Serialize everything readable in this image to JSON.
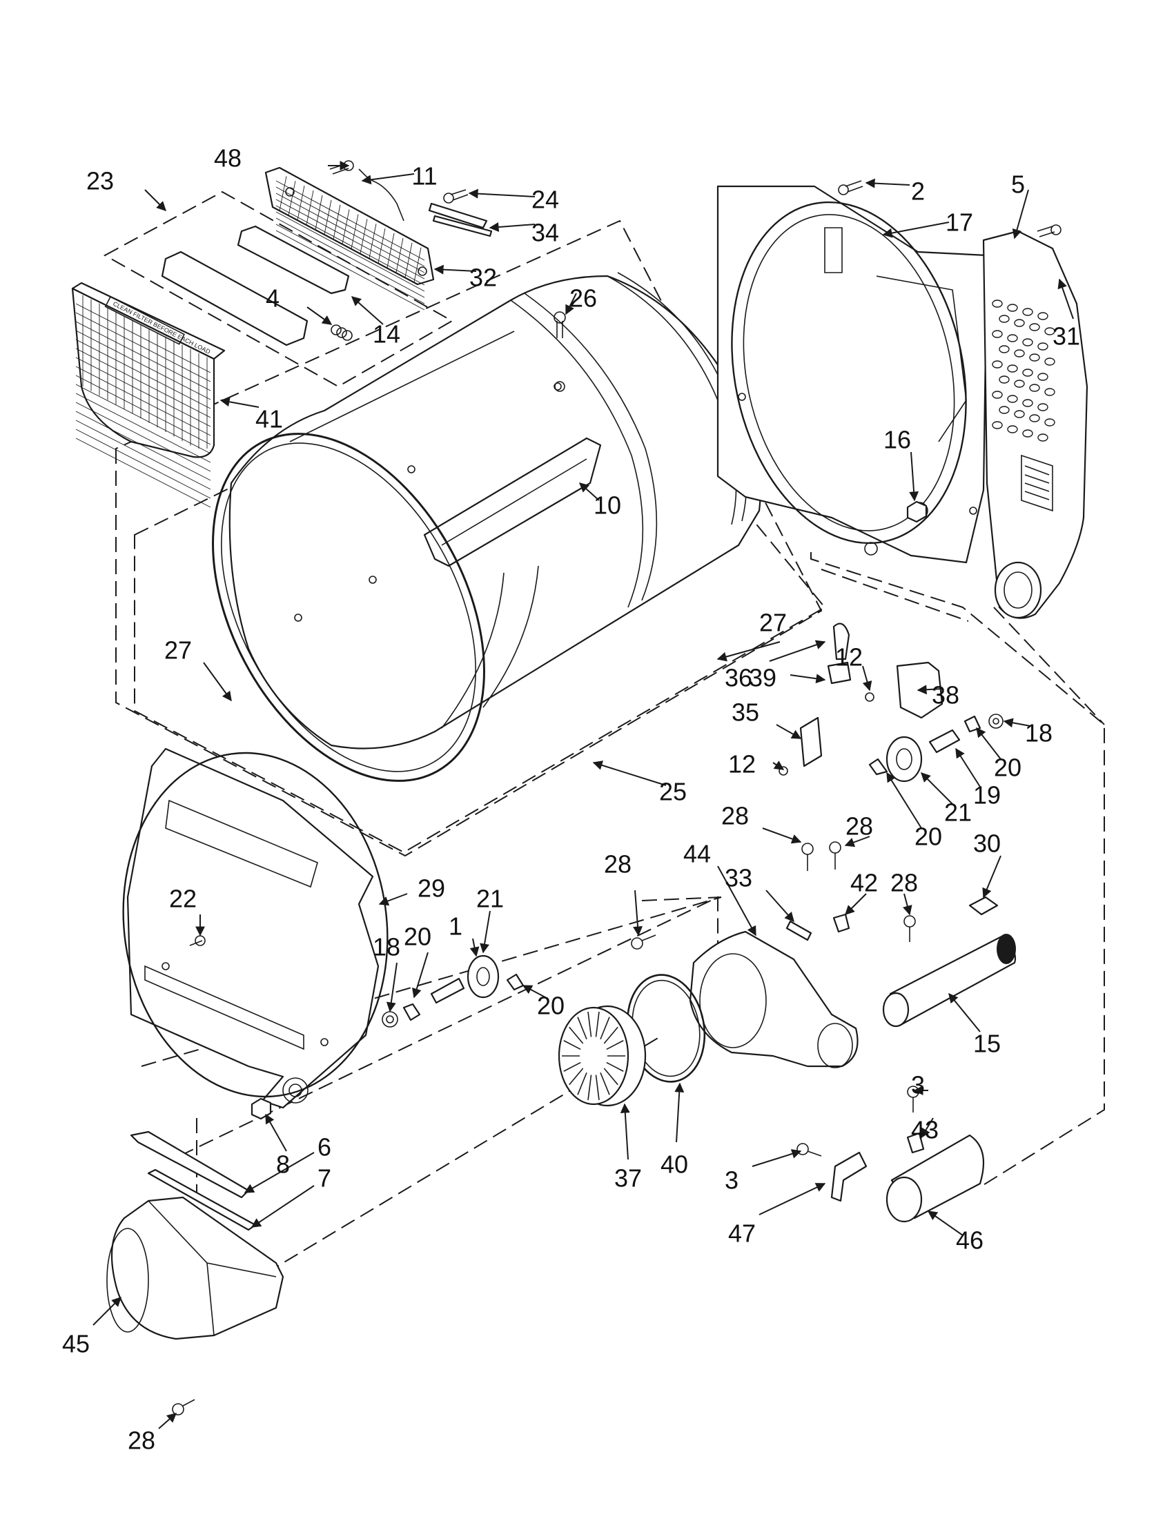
{
  "diagram": {
    "callouts": [
      {
        "id": "c48a",
        "text": "48"
      },
      {
        "id": "c11",
        "text": "11"
      },
      {
        "id": "c24",
        "text": "24"
      },
      {
        "id": "c34",
        "text": "34"
      },
      {
        "id": "c32",
        "text": "32"
      },
      {
        "id": "c23",
        "text": "23"
      },
      {
        "id": "c4",
        "text": "4"
      },
      {
        "id": "c14",
        "text": "14"
      },
      {
        "id": "c41",
        "text": "41"
      },
      {
        "id": "c26",
        "text": "26"
      },
      {
        "id": "c10",
        "text": "10"
      },
      {
        "id": "c2",
        "text": "2"
      },
      {
        "id": "c17",
        "text": "17"
      },
      {
        "id": "c5",
        "text": "5"
      },
      {
        "id": "c31",
        "text": "31"
      },
      {
        "id": "c16",
        "text": "16"
      },
      {
        "id": "c27a",
        "text": "27"
      },
      {
        "id": "c27b",
        "text": "27"
      },
      {
        "id": "c36",
        "text": "36"
      },
      {
        "id": "c39",
        "text": "39"
      },
      {
        "id": "c12a",
        "text": "12"
      },
      {
        "id": "c38",
        "text": "38"
      },
      {
        "id": "c35",
        "text": "35"
      },
      {
        "id": "c18a",
        "text": "18"
      },
      {
        "id": "c20a",
        "text": "20"
      },
      {
        "id": "c12b",
        "text": "12"
      },
      {
        "id": "c19",
        "text": "19"
      },
      {
        "id": "c21a",
        "text": "21"
      },
      {
        "id": "c20b",
        "text": "20"
      },
      {
        "id": "c25",
        "text": "25"
      },
      {
        "id": "c28a",
        "text": "28"
      },
      {
        "id": "c28b",
        "text": "28"
      },
      {
        "id": "c30",
        "text": "30"
      },
      {
        "id": "c44",
        "text": "44"
      },
      {
        "id": "c28c",
        "text": "28"
      },
      {
        "id": "c33",
        "text": "33"
      },
      {
        "id": "c42",
        "text": "42"
      },
      {
        "id": "c28d",
        "text": "28"
      },
      {
        "id": "c22",
        "text": "22"
      },
      {
        "id": "c29",
        "text": "29"
      },
      {
        "id": "c21b",
        "text": "21"
      },
      {
        "id": "c18b",
        "text": "18"
      },
      {
        "id": "c20c",
        "text": "20"
      },
      {
        "id": "c1",
        "text": "1"
      },
      {
        "id": "c20d",
        "text": "20"
      },
      {
        "id": "c15",
        "text": "15"
      },
      {
        "id": "c3a",
        "text": "3"
      },
      {
        "id": "c43",
        "text": "43"
      },
      {
        "id": "c8",
        "text": "8"
      },
      {
        "id": "c6",
        "text": "6"
      },
      {
        "id": "c7",
        "text": "7"
      },
      {
        "id": "c37",
        "text": "37"
      },
      {
        "id": "c40",
        "text": "40"
      },
      {
        "id": "c3b",
        "text": "3"
      },
      {
        "id": "c47",
        "text": "47"
      },
      {
        "id": "c46",
        "text": "46"
      },
      {
        "id": "c45",
        "text": "45"
      },
      {
        "id": "c28e",
        "text": "28"
      }
    ],
    "filter_label": "CLEAN FILTER BEFORE EACH LOAD"
  }
}
